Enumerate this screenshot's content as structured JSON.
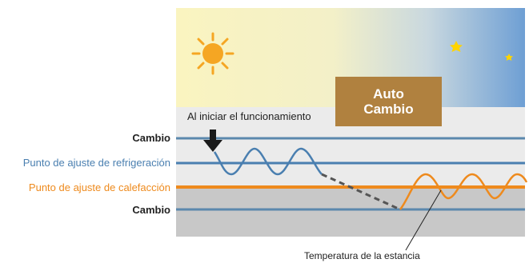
{
  "auto_box": {
    "line1": "Auto",
    "line2": "Cambio",
    "color": "#b0813f"
  },
  "labels": {
    "start": "Al iniciar el funcionamiento",
    "change_top": "Cambio",
    "cooling_setpoint": "Punto de ajuste de refrigeración",
    "heating_setpoint": "Punto de ajuste de calefacción",
    "change_bottom": "Cambio",
    "room_temp": "Temperatura de la estancia"
  },
  "colors": {
    "cooling": "#4a7fb0",
    "heating": "#ee8a1d",
    "change_line": "#5b88ad",
    "upper_band": "#ebebeb",
    "lower_band": "#c8c8c8",
    "sky_day": "#faf4c0",
    "sky_night": "#6e9fd4",
    "sun": "#f5a623",
    "moon": "#ffd400"
  },
  "icons": [
    "sun-icon",
    "moon-icon",
    "star-icon",
    "down-arrow-icon"
  ]
}
